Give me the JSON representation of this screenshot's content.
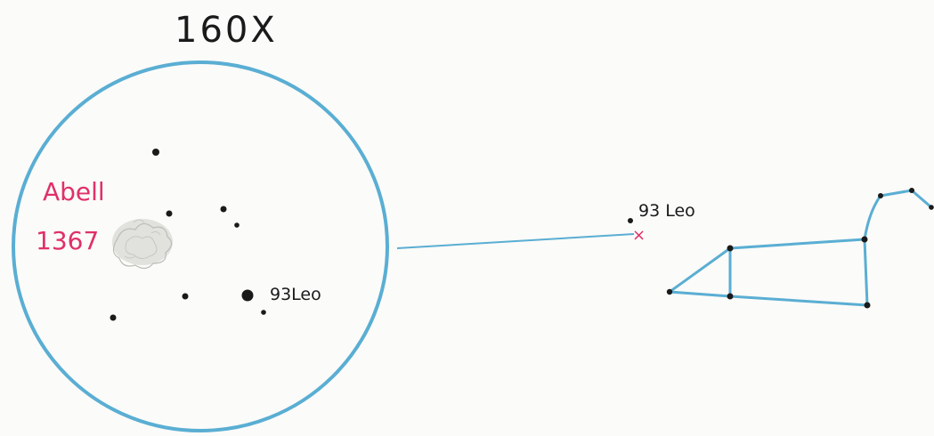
{
  "magnification": "160X",
  "galaxy_cluster": {
    "name_line1": "Abell",
    "name_line2": "1367",
    "color": "#e0306a"
  },
  "star_label_eyepiece": "93Leo",
  "star_label_finder": "93 Leo",
  "colors": {
    "paper": "#fbfbf9",
    "field_circle": "#5aaed3",
    "constellation_lines": "#5aaed3",
    "stars": "#1a1a1a",
    "target_marker": "#e0306a"
  },
  "target_marker_glyph": "×"
}
